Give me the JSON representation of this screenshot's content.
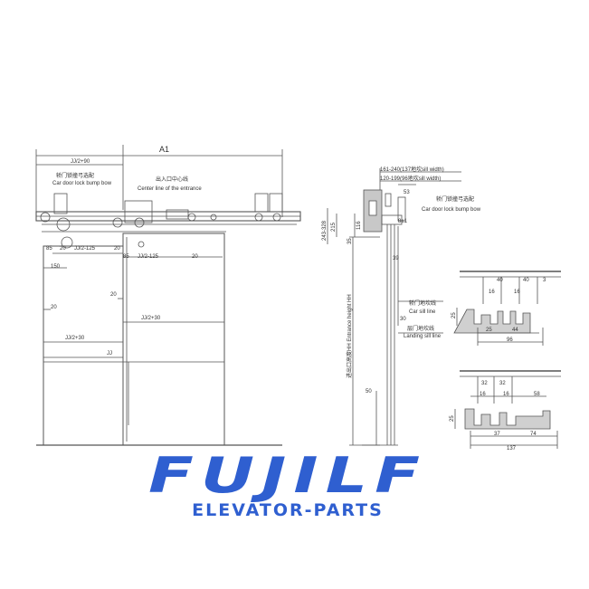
{
  "front_view": {
    "width_label": "A1",
    "half_jj_plus_90": "JJ/2+90",
    "car_door_lock_cn": "轿门锁撞弓选配",
    "car_door_lock_en": "Car door lock bump bow",
    "center_line_cn": "出入口中心线",
    "center_line_en": "Center line of the entrance",
    "dim_85a": "85",
    "dim_85b": "85",
    "dim_20a": "20",
    "dim_20b": "20",
    "dim_20c": "20",
    "dim_20d": "20",
    "dim_20e": "20",
    "half_jj_minus_125a": "JJ/2-125",
    "half_jj_minus_125b": "JJ/2-125",
    "dim_150": "150",
    "half_jj_plus_30a": "JJ/2+30",
    "half_jj_plus_30b": "JJ/2+30",
    "jj": "JJ"
  },
  "side_view": {
    "sill_161": "161-240(137地坎sill width)",
    "sill_120": "120-199(96地坎sill width)",
    "dim_53": "53",
    "car_door_lock_cn": "轿门锁撞弓选配",
    "car_door_lock_en": "Car door lock bump bow",
    "dim_8pm1": "8±1",
    "dim_243": "243-328",
    "dim_215": "215",
    "dim_116": "116",
    "dim_35": "35",
    "dim_39": "39",
    "car_sill_cn": "轿门地坎线",
    "car_sill_en": "Car sill line",
    "dim_30": "30",
    "landing_sill_cn": "层门地坎线",
    "landing_sill_en": "Landing sill line",
    "entrance_height": "进出口高度HH Entrance height HH",
    "dim_50": "50"
  },
  "sill_96": {
    "d40a": "40",
    "d40b": "40",
    "d3": "3",
    "d16a": "16",
    "d16b": "16",
    "d25v": "25",
    "d25": "25",
    "d44": "44",
    "d96": "96"
  },
  "sill_137": {
    "d32a": "32",
    "d32b": "32",
    "d16a": "16",
    "d16b": "16",
    "d58": "58",
    "d25v": "25",
    "d37": "37",
    "d74": "74",
    "d137": "137"
  },
  "logo": {
    "main": "FUJILF",
    "sub": "ELEVATOR-PARTS"
  },
  "colors": {
    "line": "#555555",
    "brand_blue": "#2f5fd0"
  }
}
